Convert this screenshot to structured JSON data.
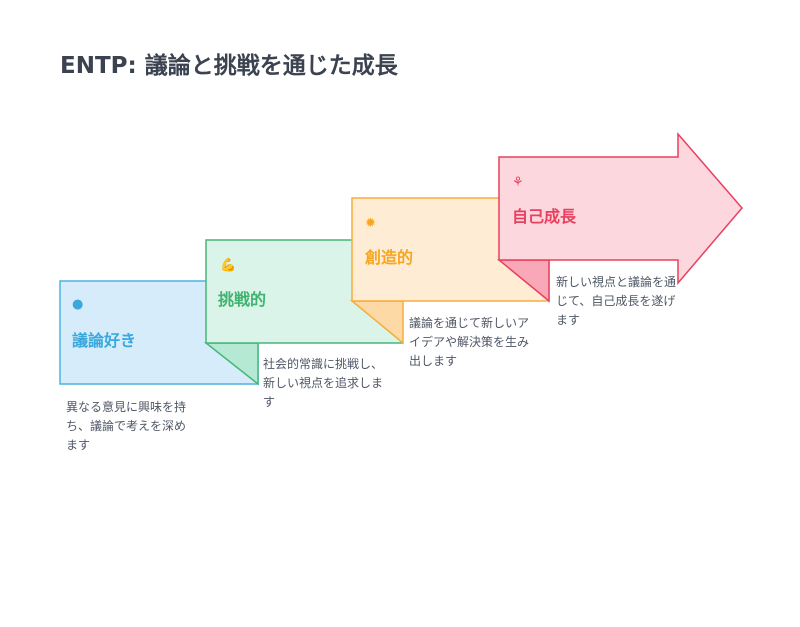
{
  "title": "ENTP: 議論と挑戦を通じた成長",
  "steps": [
    {
      "label": "議論好き",
      "description": "異なる意見に興味を持ち、議論で考えを深めます",
      "icon": "head-gear-icon",
      "color": "#3aa8dc"
    },
    {
      "label": "挑戦的",
      "description": "社会的常識に挑戦し、新しい視点を追求します",
      "icon": "flexed-arm-icon",
      "color": "#3fb36f"
    },
    {
      "label": "創造的",
      "description": "議論を通じて新しいアイデアや解決策を生み出します",
      "icon": "brain-sparkle-icon",
      "color": "#f5a623"
    },
    {
      "label": "自己成長",
      "description": "新しい視点と議論を通じて、自己成長を遂げます",
      "icon": "runner-icon",
      "color": "#e8405e"
    }
  ]
}
